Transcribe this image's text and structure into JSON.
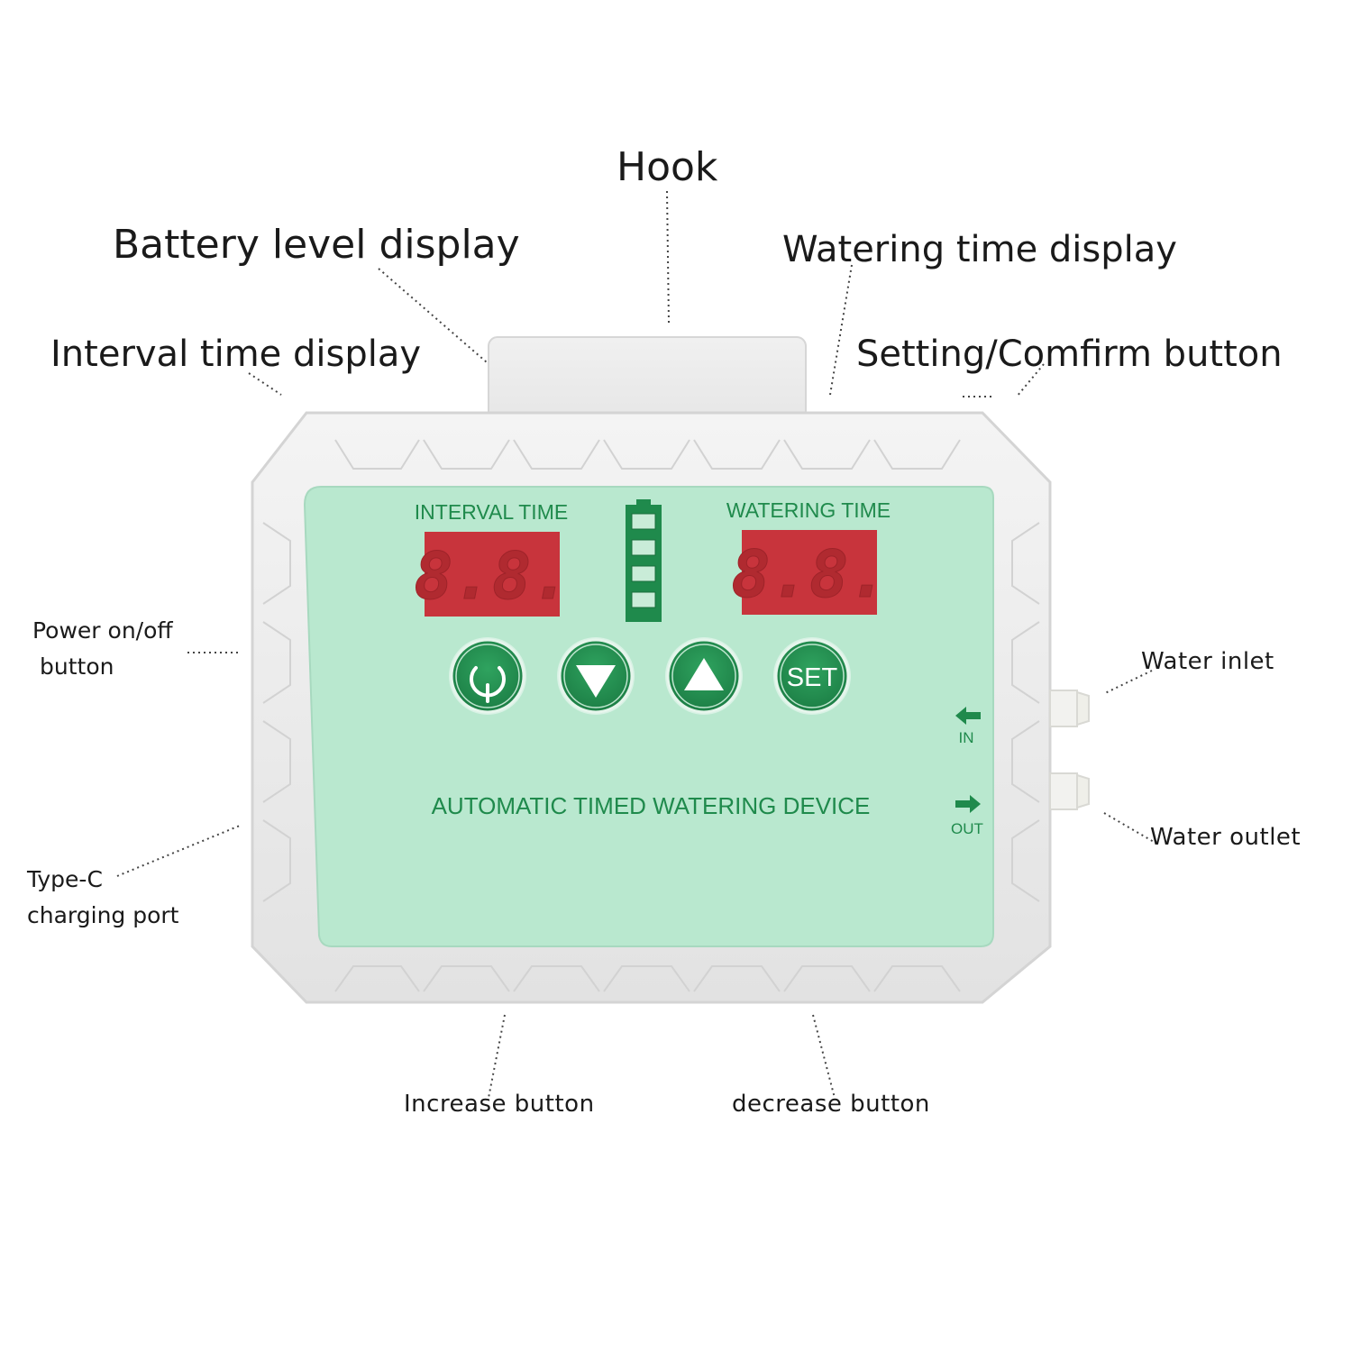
{
  "callouts": {
    "hook": "Hook",
    "battery_level_display": "Battery level display",
    "watering_time_display": "Watering time display",
    "interval_time_display": "Interval time display",
    "setting_confirm_button": "Setting/Comfirm button",
    "power_button_line1": "Power on/off",
    "power_button_line2": "button",
    "water_inlet": "Water inlet",
    "water_outlet": "Water outlet",
    "type_c_line1": "Type-C",
    "type_c_line2": "charging port",
    "increase_button": "Increase button",
    "decrease_button": "decrease button"
  },
  "device": {
    "interval_label": "INTERVAL TIME",
    "watering_label": "WATERING TIME",
    "interval_digits": "8.8.",
    "watering_digits": "8.8.",
    "set_label": "SET",
    "product_name": "AUTOMATIC TIMED WATERING DEVICE",
    "in_label": "IN",
    "out_label": "OUT",
    "battery_bars": 4
  },
  "colors": {
    "panel": "#b9e8cf",
    "accent": "#1f8a4c",
    "housing": "#eeeeee",
    "segment_bg": "#c8343c"
  }
}
